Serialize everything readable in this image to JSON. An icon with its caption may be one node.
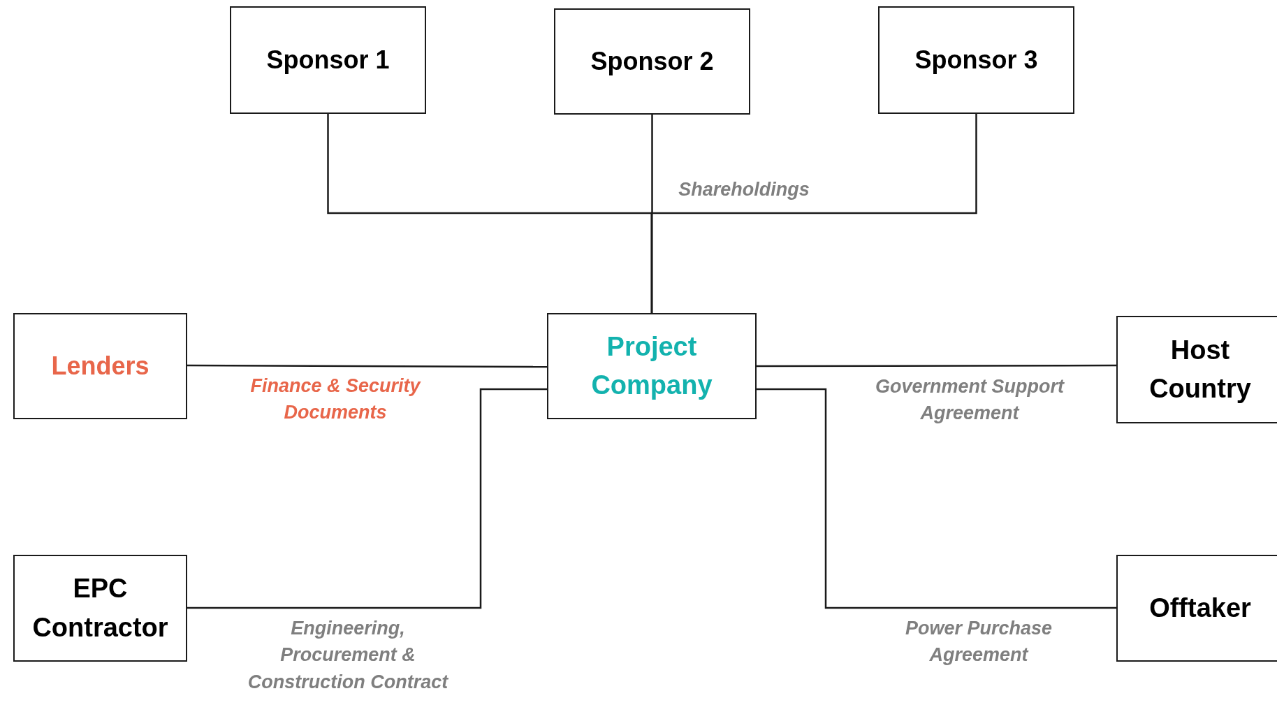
{
  "diagram": {
    "nodes": [
      {
        "text": [
          "Sponsor 1"
        ]
      },
      {
        "text": [
          "Sponsor 2"
        ]
      },
      {
        "text": [
          "Sponsor 3"
        ]
      },
      {
        "text": [
          "Lenders"
        ]
      },
      {
        "text": [
          "Project Company"
        ]
      },
      {
        "text": [
          "Host Country"
        ]
      },
      {
        "text": [
          "EPC Contractor"
        ]
      },
      {
        "text": [
          "Offtaker"
        ]
      }
    ],
    "edges": [
      {
        "from": 0,
        "to": 4,
        "arrow": "none"
      },
      {
        "from": 1,
        "to": 4,
        "arrow": "none",
        "label": "Shareholdings"
      },
      {
        "from": 2,
        "to": 4,
        "arrow": "none"
      },
      {
        "from": 3,
        "to": 4,
        "arrow": "none",
        "label": "Finance & Security Documents"
      },
      {
        "from": 4,
        "to": 5,
        "arrow": "none",
        "label": "Government Support Agreement"
      },
      {
        "from": 6,
        "to": 4,
        "arrow": "none",
        "label": "Engineering, Procurement & Construction Contract"
      },
      {
        "from": 4,
        "to": 7,
        "arrow": "none",
        "label": "Power Purchase Agreement"
      }
    ]
  }
}
